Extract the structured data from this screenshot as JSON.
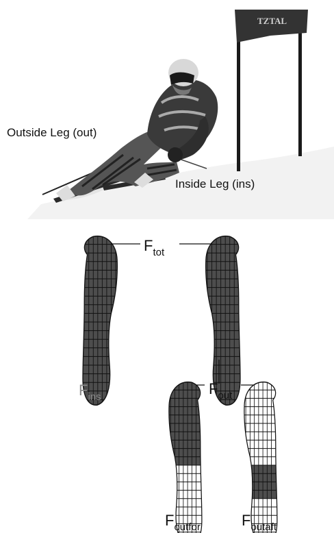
{
  "photo": {
    "gate_banner_text": "TZTAL",
    "outside_leg_label": "Outside Leg (out)",
    "inside_leg_label": "Inside Leg (ins)"
  },
  "forces": {
    "total": {
      "symbol": "F",
      "subscript": "tot"
    },
    "inside": {
      "symbol": "F",
      "subscript": "ins"
    },
    "outside": {
      "symbol": "F",
      "subscript": "out"
    },
    "outside_forefoot": {
      "symbol": "F",
      "subscript": "outfor"
    },
    "outside_aft": {
      "symbol": "F",
      "subscript": "outaft"
    }
  },
  "colors": {
    "insole_fill": "#4d4d4d",
    "insole_empty": "#ffffff",
    "grid_line": "#111111",
    "inside_label": "#8a8a8a",
    "text": "#111111"
  }
}
